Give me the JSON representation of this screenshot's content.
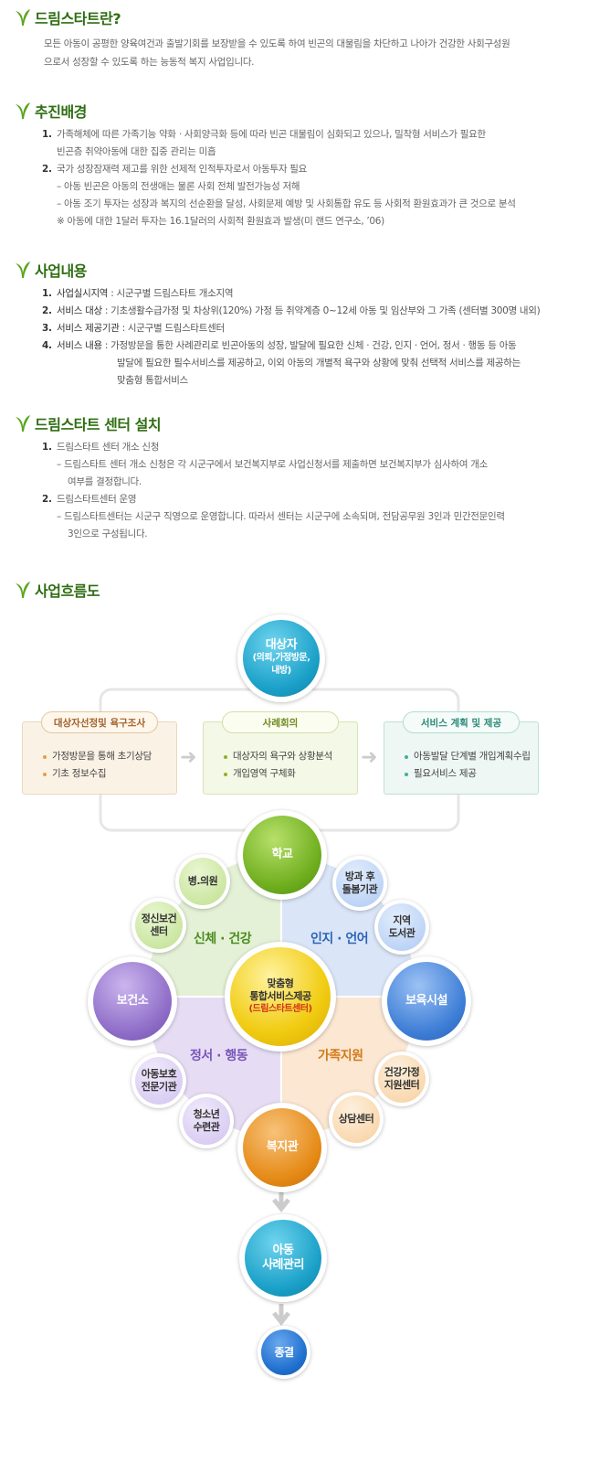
{
  "sections": {
    "about": {
      "title": "드림스타트란?",
      "body_line1": "모든 아동이 공평한 양육여건과 출발기회를 보장받을 수 있도록 하여 빈곤의 대물림을 차단하고 나아가 건강한 사회구성원",
      "body_line2": "으로서 성장할 수 있도록 하는 능동적 복지 사업입니다."
    },
    "background": {
      "title": "추진배경",
      "item1_num": "1.",
      "item1_line1": "가족해체에 따른 가족기능 약화 · 사회양극화 등에 따라 빈곤 대물림이 심화되고 있으나, 밀착형 서비스가 필요한",
      "item1_line2": "빈곤층 취약아동에 대한 집중 관리는 미흡",
      "item2_num": "2.",
      "item2_line1": "국가 성장잠재력 제고를 위한 선제적 인적투자로서 아동투자 필요",
      "item2_sub1": "– 아동 빈곤은 아동의 전생애는 물론 사회 전체 발전가능성 저해",
      "item2_sub2": "– 아동 조기 투자는 성장과 복지의 선순환을 달성, 사회문제 예방 및 사회통합 유도 등 사회적 환원효과가 큰 것으로 분석",
      "item2_note": "※ 아동에 대한 1달러 투자는 16.1달러의 사회적 환원효과 발생(미 랜드 연구소, ’06)"
    },
    "content": {
      "title": "사업내용",
      "item1_num": "1.",
      "item1_term": "사업실시지역",
      "item1_text": " : 시군구별 드림스타트 개소지역",
      "item2_num": "2.",
      "item2_term": "서비스 대상",
      "item2_text": " : 기초생활수급가정 및 차상위(120%) 가정 등 취약계층 0~12세 아동 및 임산부와 그 가족 (센터별 300명 내외)",
      "item3_num": "3.",
      "item3_term": "서비스 제공기관",
      "item3_text": " : 시군구별 드림스타트센터",
      "item4_num": "4.",
      "item4_term": "서비스 내용",
      "item4_line1": " : 가정방문을 통한 사례관리로 빈곤아동의 성장, 발달에 필요한 신체 · 건강, 인지 · 언어, 정서 · 행동 등 아동",
      "item4_line2": "발달에 필요한 필수서비스를 제공하고, 이외 아동의 개별적 욕구와 상황에 맞춰 선택적 서비스를 제공하는",
      "item4_line3": "맞춤형 통합서비스"
    },
    "center": {
      "title": "드림스타트 센터 설치",
      "item1_num": "1.",
      "item1_head": "드림스타트 센터 개소 신청",
      "item1_line1": "– 드림스타트 센터 개소 신청은 각 시군구에서 보건복지부로 사업신청서를 제출하면 보건복지부가 심사하여 개소",
      "item1_line2": "여부를 결정합니다.",
      "item2_num": "2.",
      "item2_head": "드림스타트센터 운영",
      "item2_line1": "– 드림스타트센터는 시군구 직영으로 운영합니다. 따라서 센터는 시군구에 소속되며, 전담공무원 3인과 민간전문인력",
      "item2_line2": "3인으로 구성됩니다."
    },
    "flow": {
      "title": "사업흐름도"
    }
  },
  "flowchart": {
    "target": {
      "line1": "대상자",
      "line2": "(의뢰,가정방문,",
      "line3": "내방)"
    },
    "step1": {
      "title": "대상자선정및 욕구조사",
      "item1": "가정방문을 통해 초기상담",
      "item2": "기초 정보수집"
    },
    "step2": {
      "title": "사례회의",
      "item1": "대상자의 욕구와 상황분석",
      "item2": "개입영역 구체화"
    },
    "step3": {
      "title": "서비스 계획 및 제공",
      "item1": "아동발달 단계별 개입계획수립",
      "item2": "필요서비스 제공"
    },
    "hub": {
      "line1": "맞춤형",
      "line2": "통합서비스제공",
      "line3": "(드림스타트센터)"
    },
    "quadrants": {
      "physical": "신체 · 건강",
      "cognitive": "인지 · 언어",
      "emotional": "정서 · 행동",
      "family": "가족지원"
    },
    "major": {
      "school": "학교",
      "health_center": "보건소",
      "childcare": "보육시설",
      "welfare": "복지관"
    },
    "minor": {
      "hospital": "병.의원",
      "mental_health_1": "정신보건",
      "mental_health_2": "센터",
      "afterschool_1": "방과 후",
      "afterschool_2": "돌봄기관",
      "library_1": "지역",
      "library_2": "도서관",
      "child_protection_1": "아동보호",
      "child_protection_2": "전문기관",
      "youth_1": "청소년",
      "youth_2": "수련관",
      "healthy_family_1": "건강가정",
      "healthy_family_2": "지원센터",
      "counseling": "상담센터"
    },
    "case_mgmt": {
      "line1": "아동",
      "line2": "사례관리"
    },
    "end": "종결"
  },
  "colors": {
    "heading": "#2e6e12",
    "blue": "#1aa0c8",
    "green": "#6fae1e",
    "purple": "#8f6ec8",
    "navy": "#3e7ed6",
    "orange": "#e58a16",
    "dark_blue": "#1f6fcf"
  }
}
